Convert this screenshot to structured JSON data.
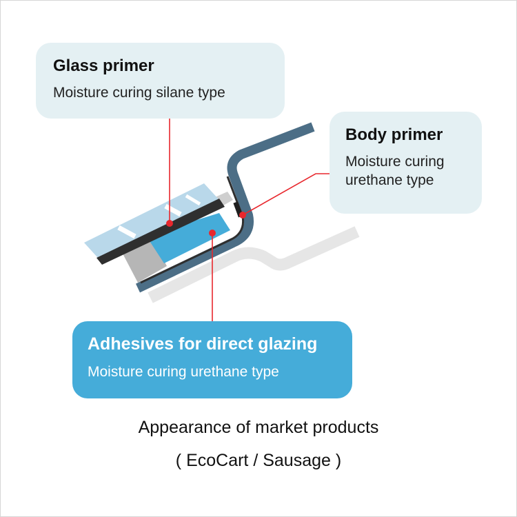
{
  "glass_primer": {
    "title": "Glass primer",
    "subtitle": "Moisture curing silane type"
  },
  "body_primer": {
    "title": "Body primer",
    "subtitle": "Moisture curing urethane type"
  },
  "adhesive": {
    "title": "Adhesives for direct glazing",
    "subtitle": "Moisture curing urethane type"
  },
  "caption": {
    "line1": "Appearance of market products",
    "line2": "( EcoCart / Sausage )"
  },
  "colors": {
    "callout_light": "#e4f0f3",
    "callout_accent": "#45acd9",
    "leader_line": "#e8272d",
    "body_panel": "#4c6e86",
    "adhesive_fill": "#45acd9",
    "glass_fill": "#b9d8ea",
    "dark_layer": "#2f2f2f",
    "spacer_gray": "#b6b6b6"
  }
}
